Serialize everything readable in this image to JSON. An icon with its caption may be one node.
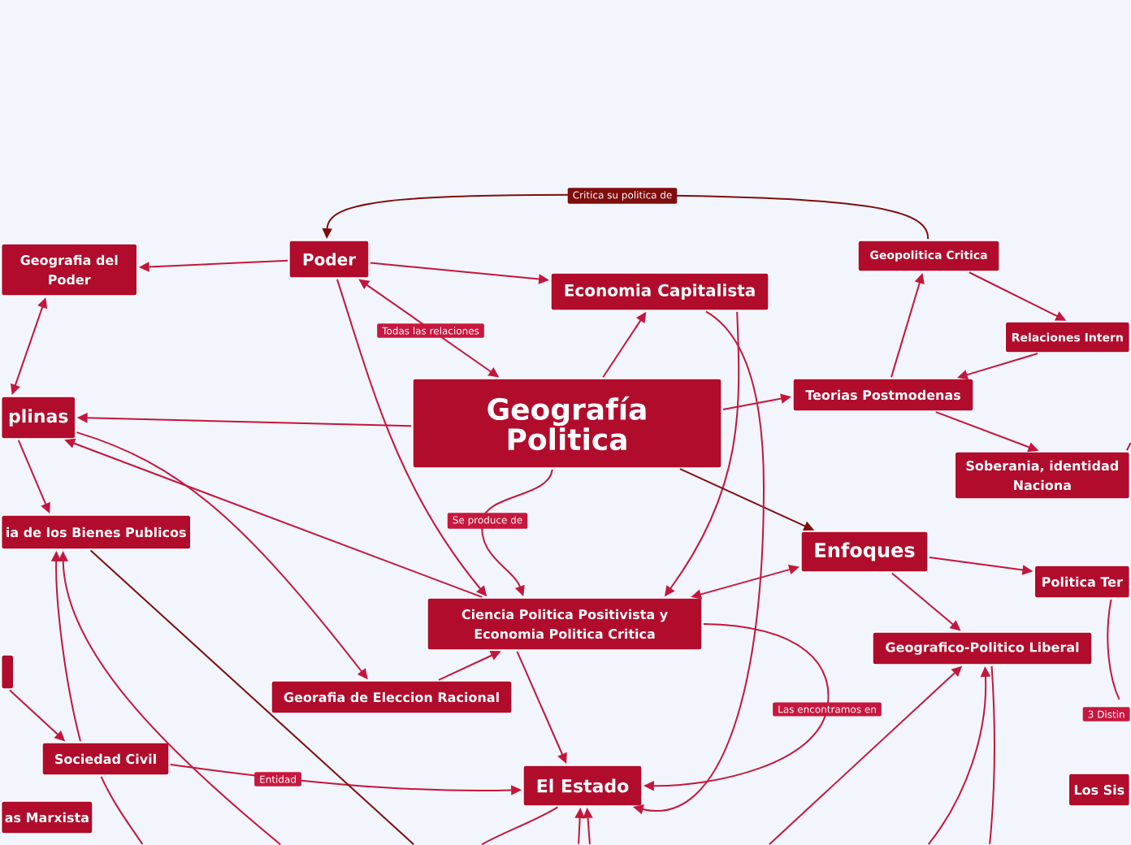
{
  "diagram": {
    "nodes": [
      {
        "text": [
          "Poder"
        ]
      },
      {
        "text": [
          "Geopolitica Critica"
        ]
      },
      {
        "text": [
          "Geografia del Poder"
        ]
      },
      {
        "text": [
          "Economia Capitalista"
        ]
      },
      {
        "text": [
          "Relaciones Intern"
        ]
      },
      {
        "text": [
          "Geografía Politica"
        ]
      },
      {
        "text": [
          "Teorias Postmodenas"
        ]
      },
      {
        "text": [
          "plinas"
        ]
      },
      {
        "text": [
          "Soberania, identidad Naciona"
        ]
      },
      {
        "text": [
          "ia de los Bienes Publicos"
        ]
      },
      {
        "text": [
          "Enfoques"
        ]
      },
      {
        "text": [
          "Politica Ter"
        ]
      },
      {
        "text": [
          "Ciencia Politica Positivista y Economia Politica Critica"
        ]
      },
      {
        "text": [
          "Geografico-Politico Liberal"
        ]
      },
      {
        "text": [],
        "shape": "box"
      },
      {
        "text": [
          "Georafia de Eleccion Racional"
        ]
      },
      {
        "text": [
          "Sociedad Civil"
        ]
      },
      {
        "text": [
          "El Estado"
        ]
      },
      {
        "text": [
          "Los Sis"
        ]
      },
      {
        "text": [
          "as Marxista"
        ]
      }
    ],
    "edges": [
      {
        "from": 1,
        "to": 0,
        "arrow": "to",
        "label": "Critica su politica de",
        "color": "#7f0d0d"
      },
      {
        "from": 0,
        "to": 2,
        "arrow": "to"
      },
      {
        "from": 0,
        "to": 3,
        "arrow": "to"
      },
      {
        "from": 0,
        "to": 5,
        "arrow": "both",
        "label": "Todas las relaciones"
      },
      {
        "from": 0,
        "to": 12,
        "arrow": "to"
      },
      {
        "from": 5,
        "to": 7,
        "arrow": "to"
      },
      {
        "from": 2,
        "to": 7,
        "arrow": "both"
      },
      {
        "from": 7,
        "to": 9,
        "arrow": "to"
      },
      {
        "from": 7,
        "to": 15,
        "arrow": "to"
      },
      {
        "from": 12,
        "to": 7,
        "arrow": "to"
      },
      {
        "from": 5,
        "to": 3,
        "arrow": "to"
      },
      {
        "from": 3,
        "to": 12,
        "arrow": "to"
      },
      {
        "from": 5,
        "to": 12,
        "arrow": "to",
        "label": "Se produce de"
      },
      {
        "from": 5,
        "to": 6,
        "arrow": "to"
      },
      {
        "from": 5,
        "to": 10,
        "arrow": "to",
        "color": "#7f0d0d"
      },
      {
        "from": 6,
        "to": 1,
        "arrow": "to"
      },
      {
        "from": 1,
        "to": 4,
        "arrow": "to"
      },
      {
        "from": 4,
        "to": 6,
        "arrow": "to"
      },
      {
        "from": 6,
        "to": 8,
        "arrow": "to"
      },
      {
        "from": 8,
        "to": null,
        "arrow": "none"
      },
      {
        "from": 10,
        "to": 11,
        "arrow": "to"
      },
      {
        "from": 10,
        "to": 13,
        "arrow": "to"
      },
      {
        "from": 11,
        "to": null,
        "arrow": "none",
        "label": "3 Distin"
      },
      {
        "from": 12,
        "to": 10,
        "arrow": "both"
      },
      {
        "from": 15,
        "to": 12,
        "arrow": "to"
      },
      {
        "from": 12,
        "to": 17,
        "arrow": "to"
      },
      {
        "from": 12,
        "to": 17,
        "arrow": "to",
        "label": "Las encontramos en"
      },
      {
        "from": 3,
        "to": 17,
        "arrow": "to"
      },
      {
        "from": 16,
        "to": 17,
        "arrow": "to",
        "label": "Entidad"
      },
      {
        "from": 16,
        "to": 9,
        "arrow": "to"
      },
      {
        "from": null,
        "to": 9,
        "arrow": "to"
      },
      {
        "from": 9,
        "to": null,
        "arrow": "none",
        "color": "#7f0d0d"
      },
      {
        "from": 14,
        "to": 16,
        "arrow": "to"
      },
      {
        "from": 16,
        "to": null,
        "arrow": "none"
      },
      {
        "from": null,
        "to": 13,
        "arrow": "to"
      },
      {
        "from": null,
        "to": 13,
        "arrow": "to"
      },
      {
        "from": 13,
        "to": null,
        "arrow": "none"
      },
      {
        "from": null,
        "to": 17,
        "arrow": "to"
      },
      {
        "from": null,
        "to": 17,
        "arrow": "to"
      },
      {
        "from": 17,
        "to": null,
        "arrow": "none"
      }
    ]
  }
}
